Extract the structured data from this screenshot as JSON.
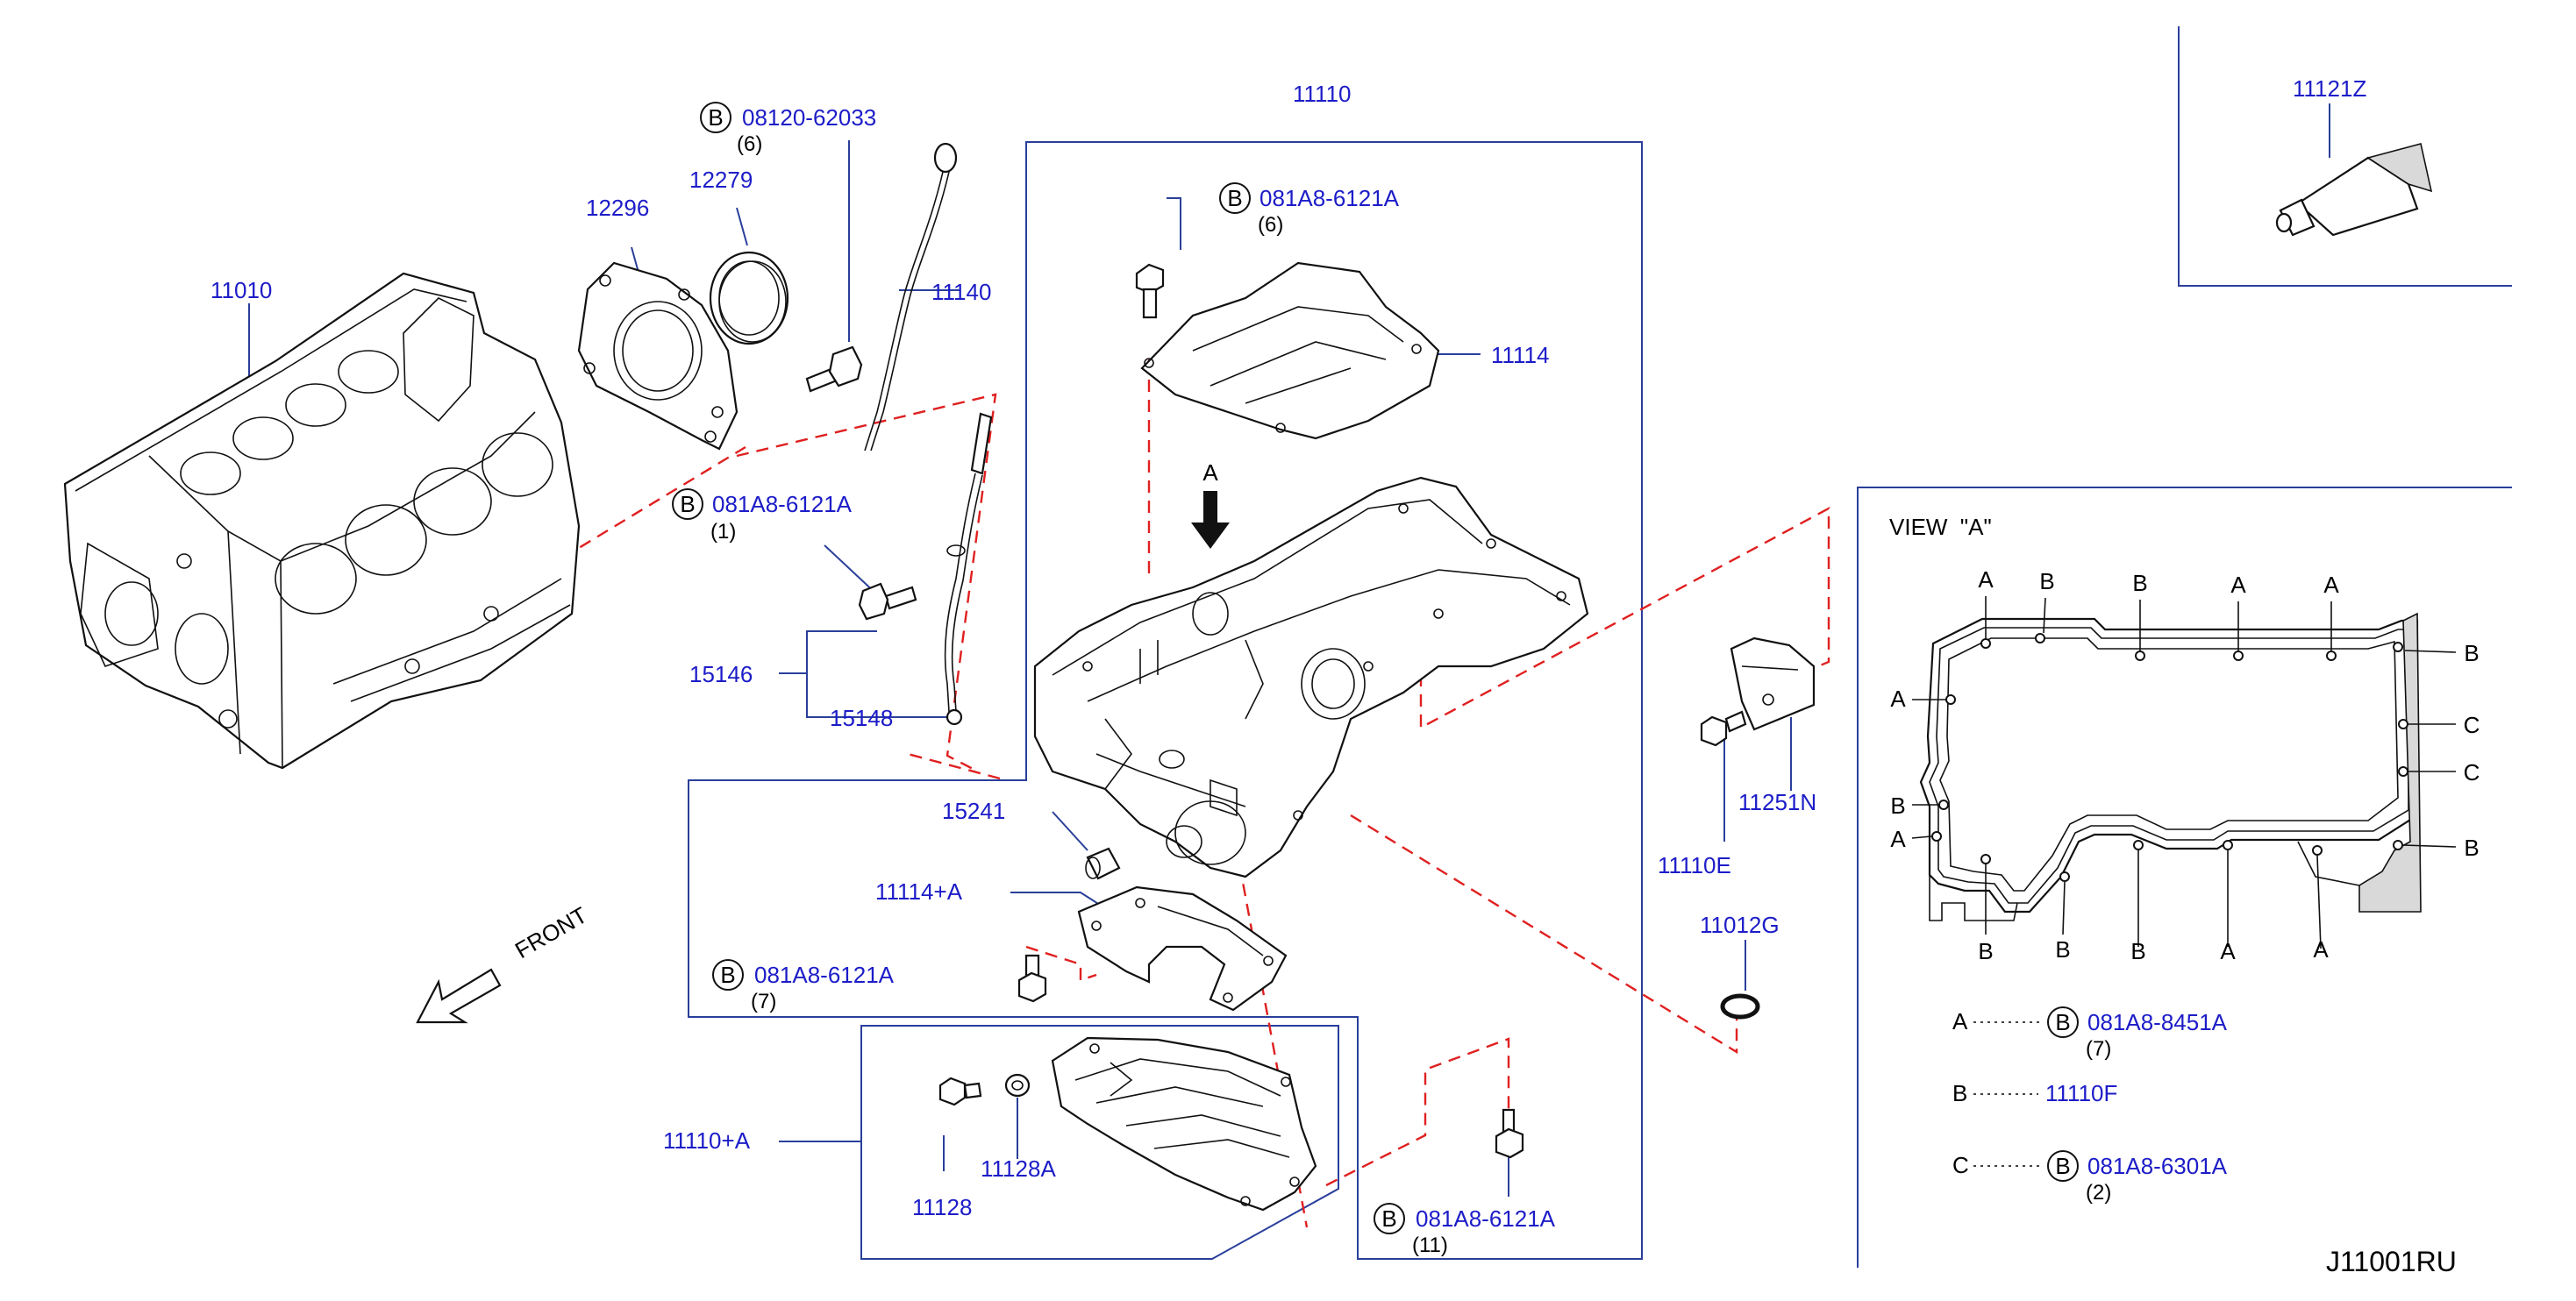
{
  "diagram_code": "J11001RU",
  "front_label": "FRONT",
  "bolt_symbol": "B",
  "parts": {
    "p11010": "11010",
    "p12296": "12296",
    "p12279": "12279",
    "p08120": "08120-62033",
    "p08120_qty": "(6)",
    "p11140": "11140",
    "p081A8_1": "081A8-6121A",
    "p081A8_1_qty": "(1)",
    "p15146": "15146",
    "p15148": "15148",
    "p11110": "11110",
    "p081A8_top": "081A8-6121A",
    "p081A8_top_qty": "(6)",
    "p11114": "11114",
    "p15241": "15241",
    "p11114A": "11114+A",
    "p081A8_7": "081A8-6121A",
    "p081A8_7_qty": "(7)",
    "p11110A": "11110+A",
    "p11128": "11128",
    "p11128A": "11128A",
    "p081A8_11": "081A8-6121A",
    "p081A8_11_qty": "(11)",
    "p11110E": "11110E",
    "p11251N": "11251N",
    "p11012G": "11012G",
    "p11121Z": "11121Z"
  },
  "view_a": {
    "title": "VIEW  \"A\"",
    "point_labels": [
      "A",
      "B",
      "B",
      "A",
      "A",
      "B",
      "A",
      "C",
      "C",
      "B",
      "A",
      "B",
      "B",
      "B",
      "B",
      "A",
      "A"
    ],
    "legend": [
      {
        "key": "A",
        "part": "081A8-8451A",
        "qty": "(7)",
        "bolt": true
      },
      {
        "key": "B",
        "part": "11110F",
        "qty": "",
        "bolt": false
      },
      {
        "key": "C",
        "part": "081A8-6301A",
        "qty": "(2)",
        "bolt": true
      }
    ]
  }
}
